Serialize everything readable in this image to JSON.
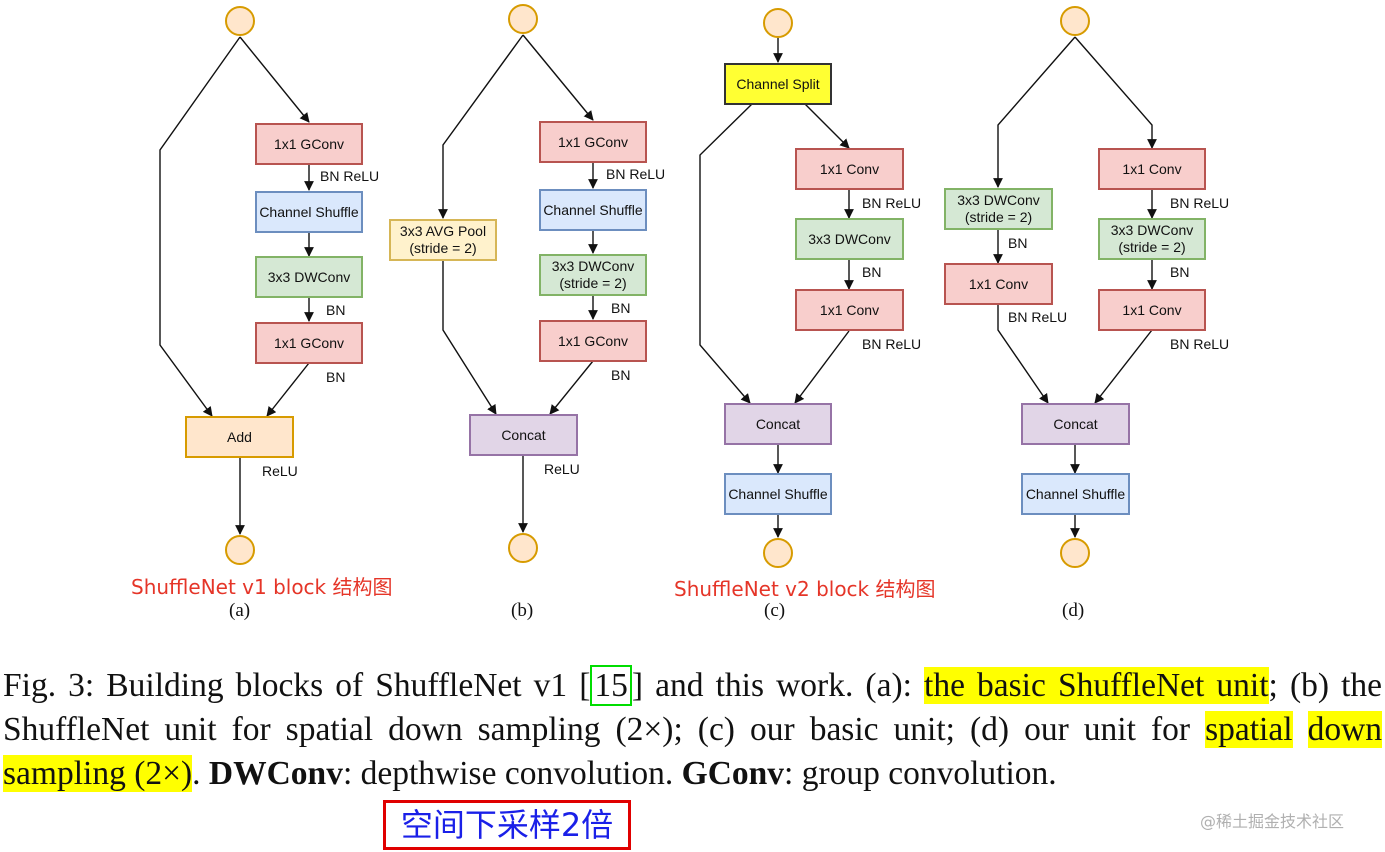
{
  "panels": {
    "a": {
      "nodes": {
        "gconv1": "1x1 GConv",
        "shuffle": "Channel Shuffle",
        "dwconv": "3x3 DWConv",
        "gconv2": "1x1 GConv",
        "add": "Add"
      },
      "labels": {
        "after_gconv1": "BN ReLU",
        "after_dwconv": "BN",
        "after_gconv2": "BN",
        "after_add": "ReLU"
      },
      "annotation": "ShuffleNet v1 block 结构图",
      "sublabel": "(a)"
    },
    "b": {
      "nodes": {
        "avgpool_line1": "3x3 AVG Pool",
        "avgpool_line2": "(stride = 2)",
        "gconv1": "1x1 GConv",
        "shuffle": "Channel Shuffle",
        "dwconv_line1": "3x3 DWConv",
        "dwconv_line2": "(stride = 2)",
        "gconv2": "1x1 GConv",
        "concat": "Concat"
      },
      "labels": {
        "after_gconv1": "BN ReLU",
        "after_dwconv": "BN",
        "after_gconv2": "BN",
        "after_concat": "ReLU"
      },
      "sublabel": "(b)"
    },
    "c": {
      "nodes": {
        "split": "Channel Split",
        "conv1": "1x1 Conv",
        "dwconv": "3x3 DWConv",
        "conv2": "1x1 Conv",
        "concat": "Concat",
        "shuffle": "Channel Shuffle"
      },
      "labels": {
        "after_conv1": "BN ReLU",
        "after_dwconv": "BN",
        "after_conv2": "BN ReLU"
      },
      "annotation": "ShuffleNet v2 block 结构图",
      "sublabel": "(c)"
    },
    "d": {
      "nodes": {
        "left_dw_line1": "3x3 DWConv",
        "left_dw_line2": "(stride = 2)",
        "left_conv": "1x1 Conv",
        "right_conv1": "1x1 Conv",
        "right_dw_line1": "3x3 DWConv",
        "right_dw_line2": "(stride = 2)",
        "right_conv2": "1x1 Conv",
        "concat": "Concat",
        "shuffle": "Channel Shuffle"
      },
      "labels": {
        "left_after_dw": "BN",
        "left_after_conv": "BN ReLU",
        "right_after_conv1": "BN ReLU",
        "right_after_dw": "BN",
        "right_after_conv2": "BN ReLU"
      },
      "sublabel": "(d)"
    }
  },
  "caption": {
    "p1": "Fig. 3: Building blocks of ShuffleNet v1 [",
    "ref": "15",
    "p2": "] and this work. (a): ",
    "hl1": "the basic ShuffleNet unit",
    "p3": "; (b) the ShuffleNet unit for spatial down sampling (2×); (c) our basic unit; (d) our unit for ",
    "hl2": "spatial",
    "p4": " ",
    "hl3": "down sampling (2×)",
    "p5": ". ",
    "b1": "DWConv",
    "p6": ": depthwise convolution. ",
    "b2": "GConv",
    "p7": ": group convolution."
  },
  "note": "空间下采样2倍",
  "watermark": "@稀土掘金技术社区"
}
